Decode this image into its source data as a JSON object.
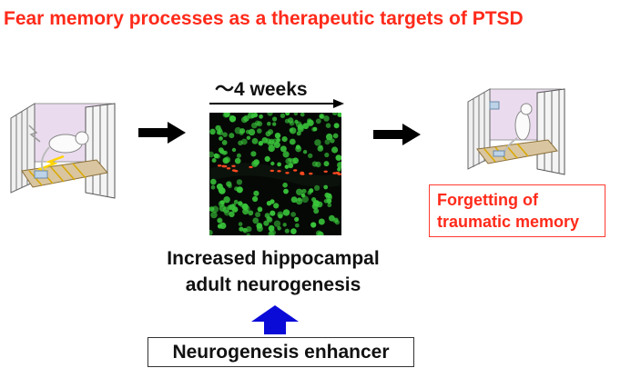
{
  "title": "Fear memory processes as a therapeutic targets of PTSD",
  "timeline": {
    "label": "〜4 weeks"
  },
  "center": {
    "line1": "Increased hippocampal",
    "line2": "adult neurogenesis"
  },
  "enhancer": {
    "label": "Neurogenesis enhancer"
  },
  "outcome": {
    "line1": "Forgetting of",
    "line2": "traumatic memory"
  },
  "colors": {
    "title": "#ff2a1a",
    "enhancer_arrow": "#0b0bd8",
    "outcome_border": "#ff3b2f",
    "cell_green": "#39c43a"
  }
}
